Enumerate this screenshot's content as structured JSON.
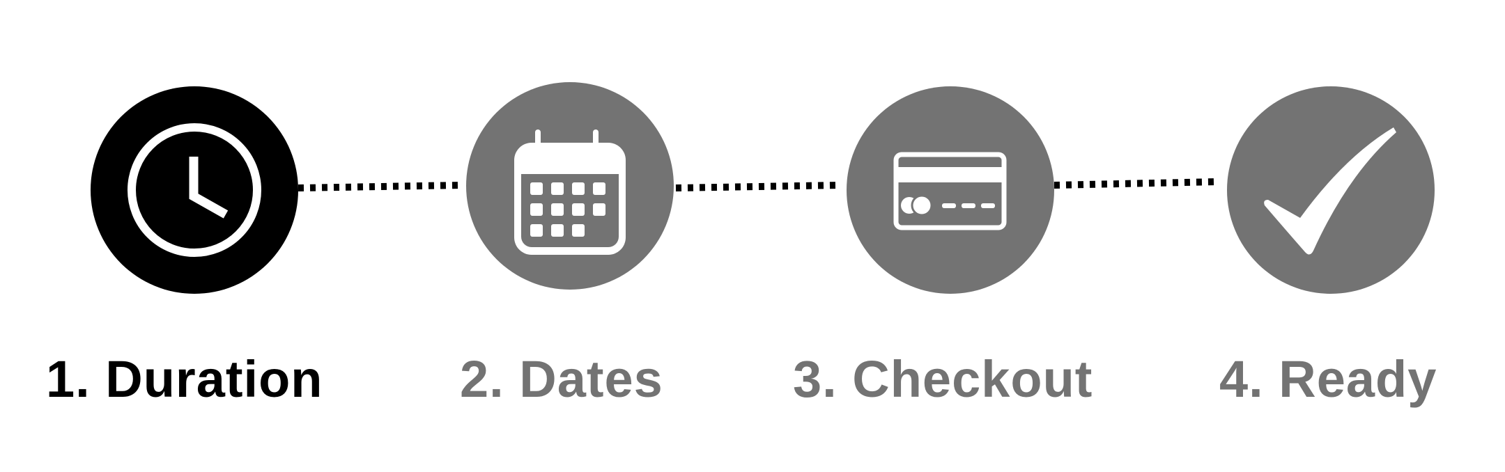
{
  "colors": {
    "active": "#000000",
    "inactive": "#737373",
    "icon": "#ffffff"
  },
  "steps": [
    {
      "label": "1. Duration",
      "icon": "clock-icon",
      "state": "active"
    },
    {
      "label": "2. Dates",
      "icon": "calendar-icon",
      "state": "inactive"
    },
    {
      "label": "3. Checkout",
      "icon": "credit-card-icon",
      "state": "inactive"
    },
    {
      "label": "4. Ready",
      "icon": "checkmark-icon",
      "state": "inactive"
    }
  ]
}
